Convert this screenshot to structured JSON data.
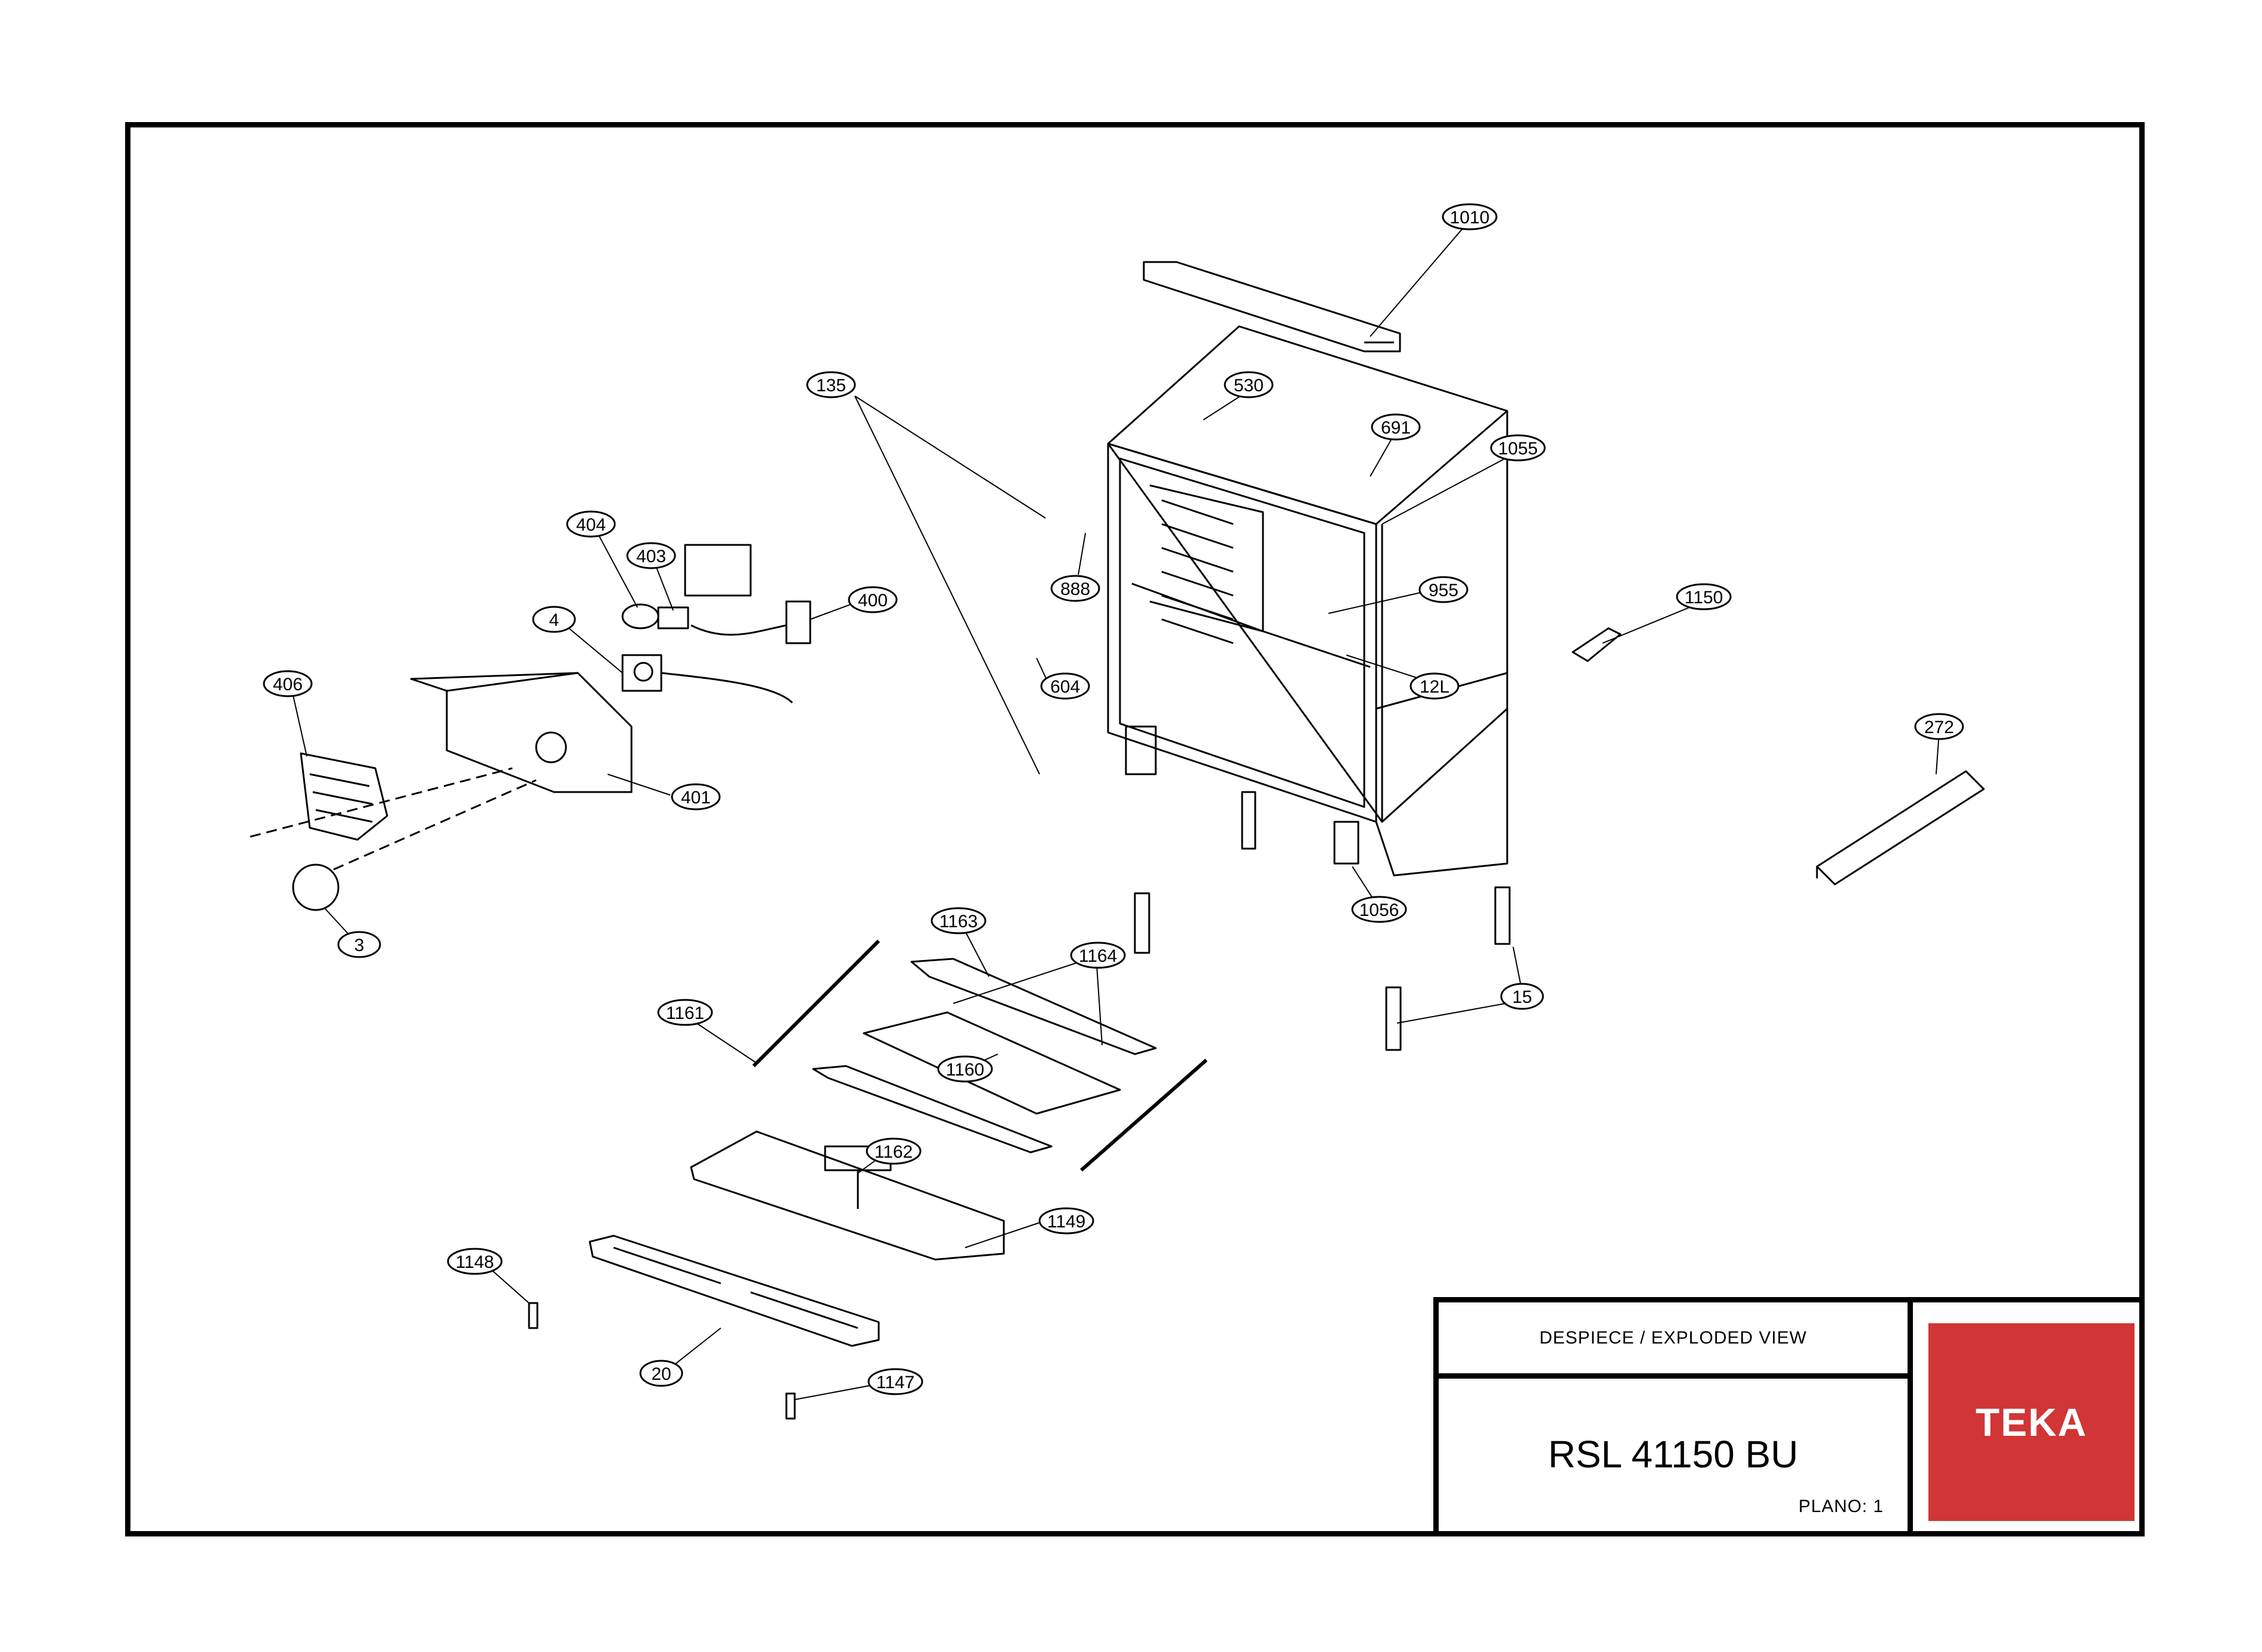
{
  "title_block": {
    "description": "DESPIECE / EXPLODED VIEW",
    "model": "RSL 41150 BU",
    "plano": "PLANO: 1",
    "logo": "TEKA",
    "logo_color": "#d13536"
  },
  "callouts": [
    "1010",
    "530",
    "691",
    "1055",
    "135",
    "888",
    "955",
    "1150",
    "604",
    "12L",
    "272",
    "404",
    "403",
    "400",
    "4",
    "406",
    "401",
    "3",
    "1056",
    "1163",
    "1164",
    "15",
    "1161",
    "1160",
    "1162",
    "1149",
    "1148",
    "20",
    "1147"
  ]
}
